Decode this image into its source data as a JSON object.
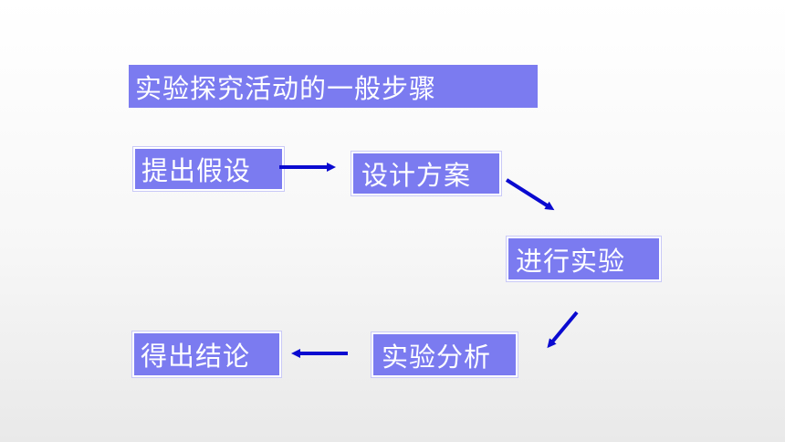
{
  "title": "实验探究活动的一般步骤",
  "steps": {
    "hypothesis": "提出假设",
    "design": "设计方案",
    "experiment": "进行实验",
    "analysis": "实验分析",
    "conclusion": "得出结论"
  },
  "colors": {
    "box_fill": "#7b7bf0",
    "box_text": "#ffffff",
    "arrow": "#0a0ad0"
  }
}
